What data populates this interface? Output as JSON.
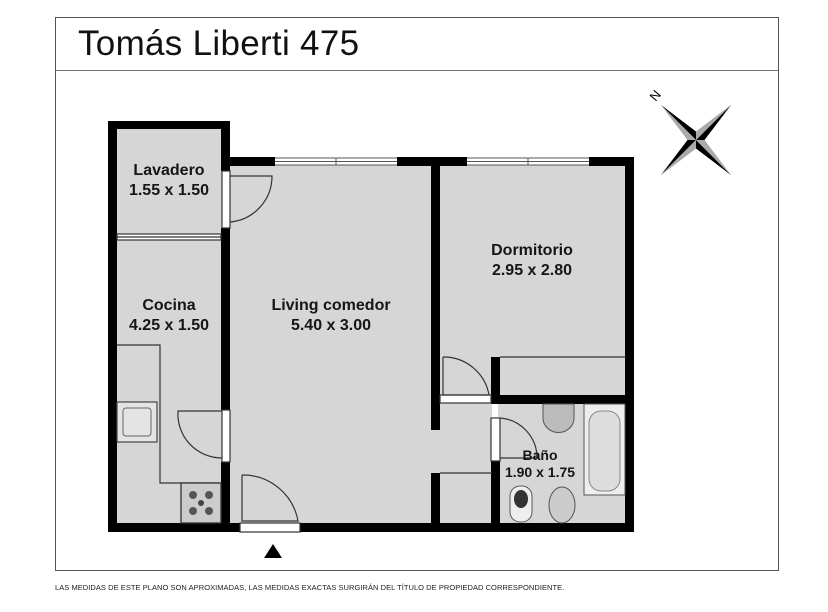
{
  "header": {
    "title": "Tomás Liberti 475"
  },
  "compass": {
    "north_label": "N",
    "icon": "compass-rose-icon"
  },
  "rooms": [
    {
      "id": "lavadero",
      "name": "Lavadero",
      "dims": "1.55 x 1.50"
    },
    {
      "id": "cocina",
      "name": "Cocina",
      "dims": "4.25 x 1.50"
    },
    {
      "id": "living",
      "name": "Living comedor",
      "dims": "5.40 x 3.00"
    },
    {
      "id": "dormitorio",
      "name": "Dormitorio",
      "dims": "2.95 x 2.80"
    },
    {
      "id": "bano",
      "name": "Baño",
      "dims": "1.90 x 1.75"
    }
  ],
  "entrance": {
    "icon": "entrance-arrow-icon"
  },
  "footer": {
    "disclaimer": "LAS MEDIDAS DE ESTE PLANO SON APROXIMADAS, LAS MEDIDAS EXACTAS SURGIRÁN DEL TÍTULO DE PROPIEDAD CORRESPONDIENTE."
  },
  "colors": {
    "wall": "#000000",
    "floor": "#d6d6d6",
    "background": "#ffffff",
    "frame": "#555555"
  }
}
